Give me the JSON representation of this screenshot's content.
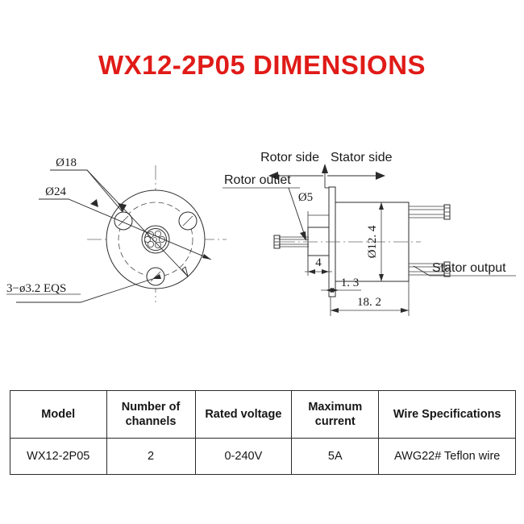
{
  "title": "WX12-2P05 DIMENSIONS",
  "accent_color": "#e01b18",
  "line_color": "#2b2b2b",
  "front_view": {
    "label_outer_diameter": "Ø24",
    "label_bolt_circle": "Ø18",
    "label_holes": "3−ø3.2  EQS"
  },
  "side_view": {
    "label_rotor_side": "Rotor side",
    "label_stator_side": "Stator side",
    "label_rotor_outlet": "Rotor outlet",
    "label_stator_output": "Stator output",
    "label_shaft_diameter": "Ø5",
    "label_body_diameter": "Ø12. 4",
    "label_shaft_length": "4",
    "label_flange_thickness": "1. 3",
    "label_total_length": "18. 2"
  },
  "table": {
    "headers": [
      "Model",
      "Number of channels",
      "Rated voltage",
      "Maximum current",
      "Wire Specifications"
    ],
    "header_lines": [
      [
        "Model"
      ],
      [
        "Number of",
        "channels"
      ],
      [
        "Rated voltage"
      ],
      [
        "Maximum",
        "current"
      ],
      [
        "Wire Specifications"
      ]
    ],
    "rows": [
      {
        "model": "WX12-2P05",
        "channels": "2",
        "rated_voltage": "0-240V",
        "maximum_current": "5A",
        "wire_specifications": "AWG22# Teflon wire"
      }
    ]
  }
}
